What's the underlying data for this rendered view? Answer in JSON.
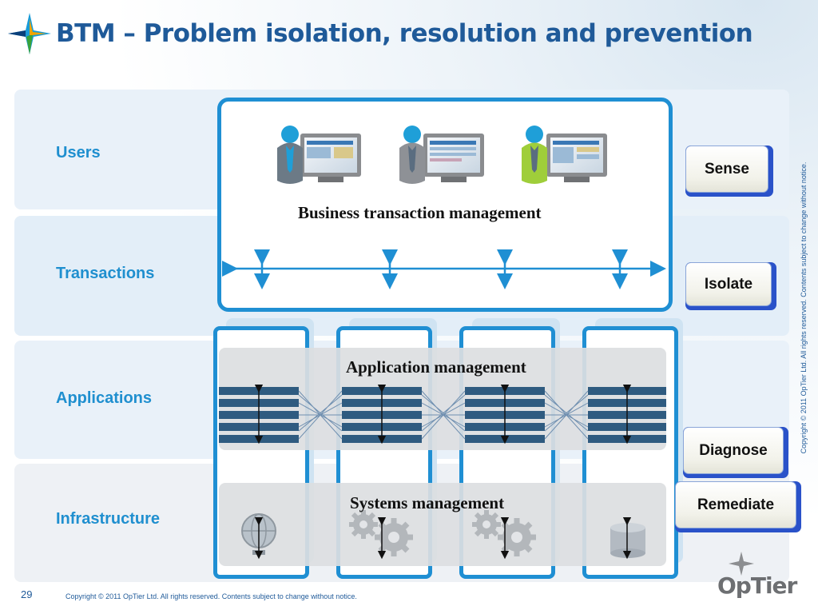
{
  "title": "BTM – Problem isolation, resolution and prevention",
  "rows": {
    "users": "Users",
    "transactions": "Transactions",
    "applications": "Applications",
    "infrastructure": "Infrastructure"
  },
  "labels": {
    "btm": "Business transaction management",
    "app_mgmt": "Application management",
    "sys_mgmt": "Systems management"
  },
  "actions": {
    "sense": "Sense",
    "isolate": "Isolate",
    "diagnose": "Diagnose",
    "remediate": "Remediate"
  },
  "footer": {
    "page_number": "29",
    "copyright": "Copyright ©  2011 OpTier  Ltd. All rights reserved. Contents subject to change without notice.",
    "side_copyright": "Copyright ©  2011 OpTier  Ltd. All rights reserved. Contents subject to change without notice."
  },
  "brand": {
    "name": "OpTier"
  },
  "colors": {
    "title": "#1f5a99",
    "row_label": "#1f8fcf",
    "frame": "#1f8fd3",
    "server_bar": "#2f5b80",
    "button_edge": "#2a52c9"
  },
  "icons": {
    "logo": "optier-star-logo",
    "user": "user-at-monitor-icon",
    "gear": "gear-icon",
    "globe": "globe-icon",
    "database": "database-icon"
  }
}
